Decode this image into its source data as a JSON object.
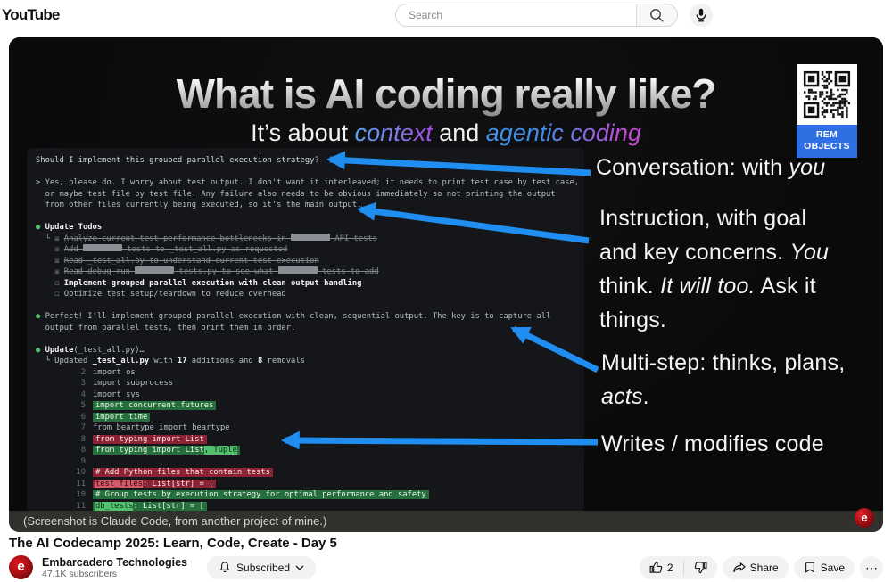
{
  "header": {
    "logo": "YouTube",
    "search_placeholder": "Search"
  },
  "slide": {
    "title": "What is AI coding really like?",
    "subtitle": {
      "prefix": "It’s about ",
      "word1": "context",
      "middle": " and ",
      "word2": "agentic coding"
    },
    "qr_label": "REM\nOBJECTS",
    "caption": "(Screenshot is Claude Code, from another project of mine.)",
    "watermark_letter": "e",
    "annotations": [
      {
        "segs": [
          {
            "s": "Conversation: with "
          },
          {
            "s": "you",
            "c": "i"
          }
        ]
      },
      {
        "segs": [
          {
            "s": "Instruction, with goal\nand key concerns. "
          },
          {
            "s": "You",
            "c": "i"
          },
          {
            "s": "\nthink. "
          },
          {
            "s": "It will too.",
            "c": "i"
          },
          {
            "s": " Ask it\nthings."
          }
        ]
      },
      {
        "segs": [
          {
            "s": "Multi-step: thinks, plans,\n"
          },
          {
            "s": "acts",
            "c": "i"
          },
          {
            "s": "."
          }
        ]
      },
      {
        "segs": [
          {
            "s": "Writes / modifies code"
          }
        ]
      }
    ],
    "terminal": {
      "lines": [
        {
          "segs": [
            {
              "s": "Should I implement this grouped parallel execution strategy?",
              "c": "w"
            }
          ]
        },
        {
          "segs": []
        },
        {
          "segs": [
            {
              "s": "> Yes, please do. I worry about test output. I don't want it interleaved; it needs to print test case by test case,"
            }
          ]
        },
        {
          "segs": [
            {
              "s": "  or maybe test file by test file. Any failure also needs to be obvious immediately so not printing the output"
            }
          ]
        },
        {
          "segs": [
            {
              "s": "  from other files currently being executed, so it's the main output."
            }
          ]
        },
        {
          "segs": []
        },
        {
          "segs": [
            {
              "s": "● ",
              "c": "gdot"
            },
            {
              "s": "Update Todos",
              "c": "b"
            }
          ]
        },
        {
          "segs": [
            {
              "s": "  └ ",
              "c": "dim"
            },
            {
              "s": "☒ ",
              "c": "dim"
            },
            {
              "s": "Analyze current test performance bottlenecks in ",
              "c": "st"
            },
            {
              "s": "",
              "c": "rd"
            },
            {
              "s": " API tests",
              "c": "st"
            }
          ]
        },
        {
          "segs": [
            {
              "s": "    "
            },
            {
              "s": "☒ ",
              "c": "dim"
            },
            {
              "s": "Add ",
              "c": "st"
            },
            {
              "s": "",
              "c": "rd"
            },
            {
              "s": " tests to _test_all.py as requested",
              "c": "st"
            }
          ]
        },
        {
          "segs": [
            {
              "s": "    "
            },
            {
              "s": "☒ ",
              "c": "dim"
            },
            {
              "s": "Read _test_all.py to understand current test execution",
              "c": "st"
            }
          ]
        },
        {
          "segs": [
            {
              "s": "    "
            },
            {
              "s": "☒ ",
              "c": "dim"
            },
            {
              "s": "Read debug_run_",
              "c": "st"
            },
            {
              "s": "",
              "c": "rd"
            },
            {
              "s": "_tests.py to see what ",
              "c": "st"
            },
            {
              "s": "",
              "c": "rd"
            },
            {
              "s": " tests to add",
              "c": "st"
            }
          ]
        },
        {
          "segs": [
            {
              "s": "    "
            },
            {
              "s": "☐ ",
              "c": "dim"
            },
            {
              "s": "Implement grouped parallel execution with clean output handling",
              "c": "b"
            }
          ]
        },
        {
          "segs": [
            {
              "s": "    "
            },
            {
              "s": "☐ ",
              "c": "dim"
            },
            {
              "s": "Optimize test setup/teardown to reduce overhead"
            }
          ]
        },
        {
          "segs": []
        },
        {
          "segs": [
            {
              "s": "● ",
              "c": "gdot"
            },
            {
              "s": "Perfect! I'll implement grouped parallel execution with clean, sequential output. The key is to capture all"
            }
          ]
        },
        {
          "segs": [
            {
              "s": "  output from parallel tests, then print them in order."
            }
          ]
        },
        {
          "segs": []
        },
        {
          "segs": [
            {
              "s": "● ",
              "c": "gdot"
            },
            {
              "s": "Update",
              "c": "b"
            },
            {
              "s": "(_test_all.py)…"
            }
          ]
        },
        {
          "segs": [
            {
              "s": "  └ Updated "
            },
            {
              "s": "_test_all.py",
              "c": "b"
            },
            {
              "s": " with "
            },
            {
              "s": "17",
              "c": "b"
            },
            {
              "s": " additions and "
            },
            {
              "s": "8",
              "c": "b"
            },
            {
              "s": " removals"
            }
          ]
        },
        {
          "num": "2",
          "segs": [
            {
              "s": "import os"
            }
          ]
        },
        {
          "num": "3",
          "segs": [
            {
              "s": "import subprocess"
            }
          ]
        },
        {
          "num": "4",
          "segs": [
            {
              "s": "import sys"
            }
          ]
        },
        {
          "num": "5",
          "bg": "add",
          "segs": [
            {
              "s": "import concurrent.futures"
            }
          ]
        },
        {
          "num": "6",
          "bg": "add",
          "segs": [
            {
              "s": "import time"
            }
          ]
        },
        {
          "num": "7",
          "segs": [
            {
              "s": "from beartype import beartype"
            }
          ]
        },
        {
          "num": "8",
          "bg": "del",
          "segs": [
            {
              "s": "from typing import List"
            }
          ]
        },
        {
          "num": "8",
          "bg": "add",
          "segs": [
            {
              "s": "from typing import List"
            },
            {
              "s": ", Tuple",
              "c": "addtok"
            }
          ]
        },
        {
          "num": "9",
          "segs": []
        },
        {
          "num": "10",
          "bg": "del",
          "segs": [
            {
              "s": "# Add Python files that contain tests"
            }
          ]
        },
        {
          "num": "11",
          "bg": "del",
          "segs": [
            {
              "s": "test_files",
              "c": "deltok"
            },
            {
              "s": ": List[str] = ["
            }
          ]
        },
        {
          "num": "10",
          "bg": "add",
          "segs": [
            {
              "s": "# Group tests by execution strategy for optimal performance and safety"
            }
          ]
        },
        {
          "num": "11",
          "bg": "add",
          "segs": [
            {
              "s": "db_tests",
              "c": "addtok"
            },
            {
              "s": ": List[str] = ["
            }
          ]
        }
      ]
    }
  },
  "video_info": {
    "title": "The AI Codecamp 2025: Learn, Code, Create - Day 5",
    "channel": {
      "name": "Embarcadero Technologies",
      "subscribers": "47.1K subscribers",
      "avatar_letter": "e"
    },
    "subscribed_label": "Subscribed",
    "actions": {
      "like_count": "2",
      "share_label": "Share",
      "save_label": "Save",
      "more_glyph": "⋯"
    }
  },
  "colors": {
    "arrow_blue": "#1f8ef0",
    "qr_label_bg": "#2e6fe3",
    "diff_add_bg": "#256f3d",
    "diff_del_bg": "#8c2334",
    "brand_red": "#c00d10",
    "subtitle_blue": "#3d8fe8",
    "subtitle_purple": "#b44ae0"
  }
}
